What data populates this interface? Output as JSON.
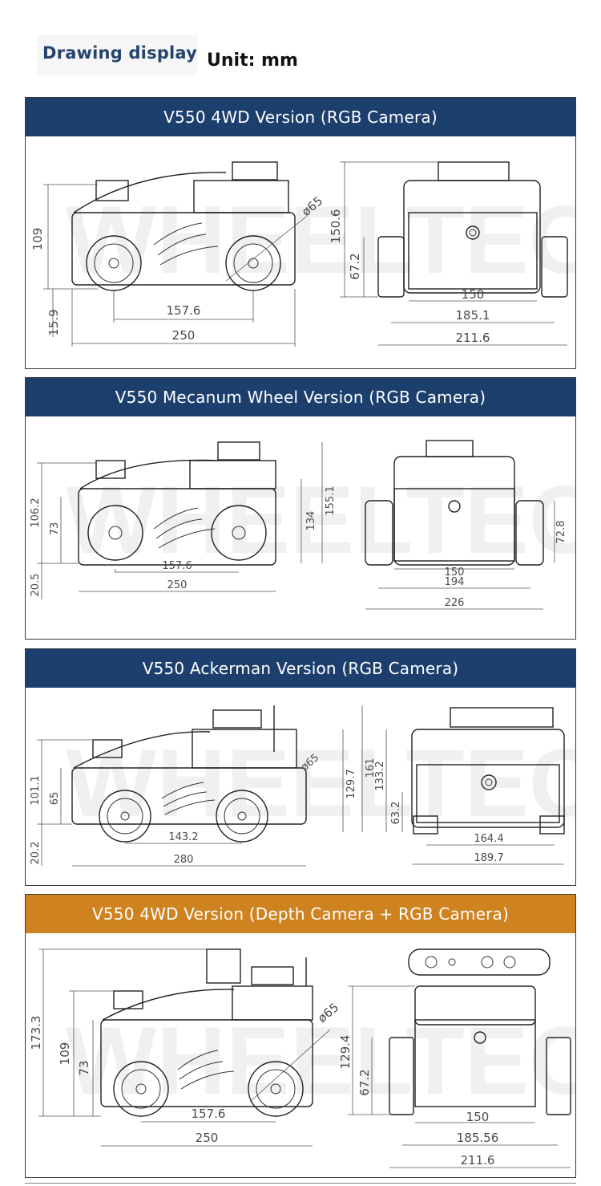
{
  "header": {
    "title": "Drawing display",
    "unit": "Unit: mm"
  },
  "colors": {
    "navy": "#1c3f6e",
    "orange": "#cf8320",
    "line": "#333333"
  },
  "sections": [
    {
      "title": "V550 4WD Version (RGB Camera)",
      "dims": {
        "height": "109",
        "clearance": "15.9",
        "wheelbase": "157.6",
        "length": "250",
        "wheel_dia": "ø65",
        "total_height": "150.6",
        "side_height": "67.2",
        "track": "150",
        "width_inner": "185.1",
        "width_total": "211.6"
      }
    },
    {
      "title": "V550 Mecanum Wheel Version (RGB Camera)",
      "dims": {
        "height": "106.2",
        "body_height": "73",
        "clearance": "20.5",
        "wheelbase": "157.6",
        "length": "250",
        "mid_height": "134",
        "total_height": "155.1",
        "side_height": "72.8",
        "track": "150",
        "width_inner": "194",
        "width_total": "226"
      }
    },
    {
      "title": "V550 Ackerman Version (RGB Camera)",
      "dims": {
        "height": "101.1",
        "body_height": "65",
        "clearance": "20.2",
        "wheelbase": "143.2",
        "length": "280",
        "wheel_dia": "ø65",
        "mid_height": "129.7",
        "total_height": "161",
        "rear_height": "133.2",
        "side_height": "63.2",
        "track": "164.4",
        "width_total": "189.7"
      }
    },
    {
      "title": "V550 4WD Version (Depth Camera + RGB Camera)",
      "dims": {
        "total_height": "173.3",
        "height": "109",
        "body_height": "73",
        "wheelbase": "157.6",
        "length": "250",
        "wheel_dia": "ø65",
        "rear_height": "129.4",
        "side_height": "67.2",
        "track": "150",
        "width_inner": "185.56",
        "width_total": "211.6"
      }
    }
  ]
}
